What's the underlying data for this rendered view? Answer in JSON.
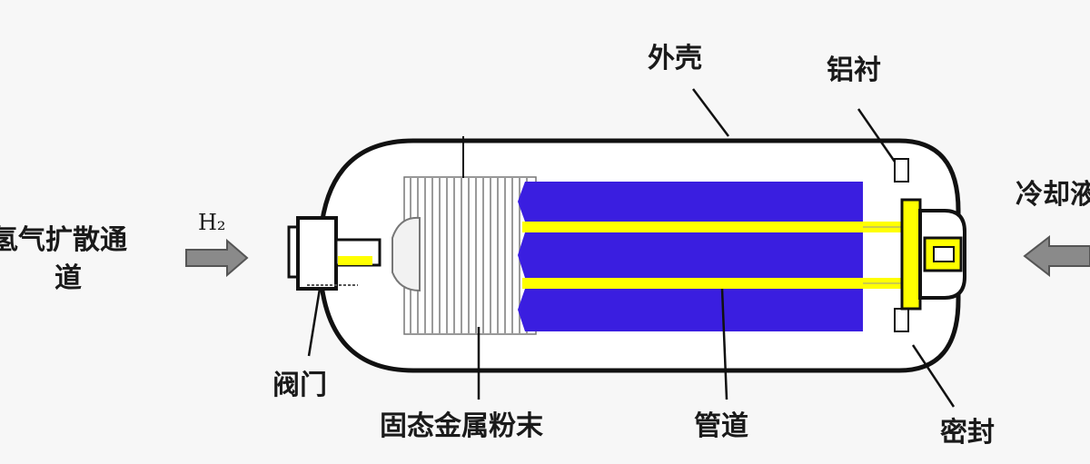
{
  "labels": {
    "shell": "外壳",
    "aluminum_liner": "铝衬",
    "cooling": "冷却液",
    "hydrogen_channel_line1": "氢气扩散通",
    "hydrogen_channel_line2": "道",
    "h2": "H₂",
    "valve": "阀门",
    "metal_powder": "固态金属粉末",
    "pipe": "管道",
    "seal": "密封"
  },
  "colors": {
    "background": "#f7f7f7",
    "outline": "#111111",
    "powder_fill": "#3a1ee0",
    "pipe_yellow": "#ffff00",
    "arrow_gray": "#8a8a8a",
    "grid_lines": "#9a9a9a"
  },
  "icons": {
    "left_arrow": "arrow-right-icon",
    "right_arrow": "arrow-left-icon"
  }
}
